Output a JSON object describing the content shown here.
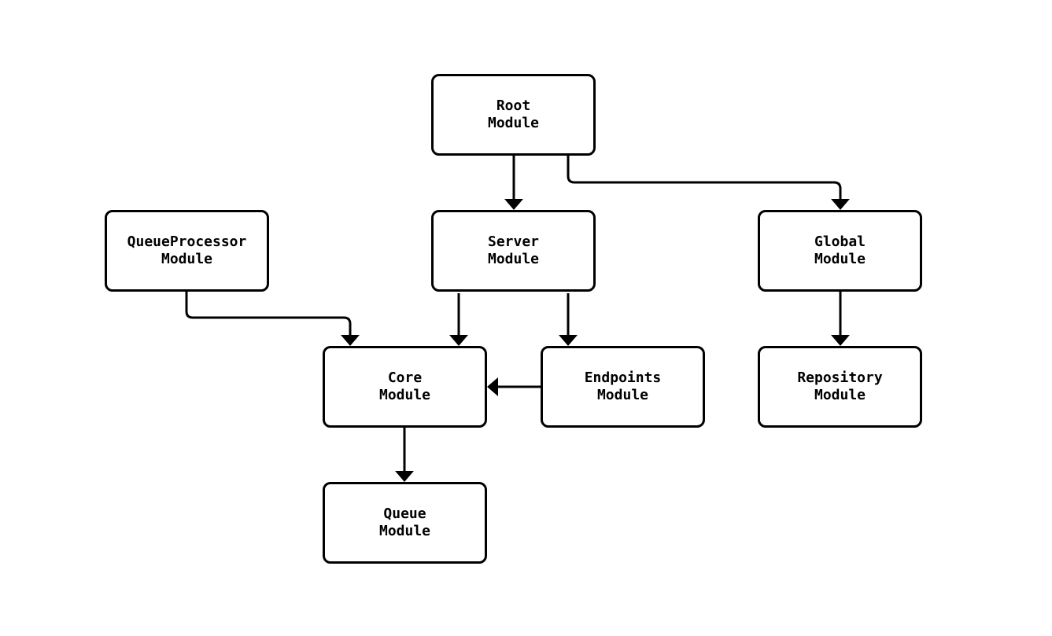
{
  "diagram": {
    "type": "module-dependency-graph",
    "background_color": "#ffffff",
    "node_fill_color": "#ffffff",
    "node_border_color": "#000000",
    "edge_color": "#000000",
    "text_color": "#000000",
    "nodes": {
      "root": {
        "label": "Root\nModule"
      },
      "queue_processor": {
        "label": "QueueProcessor\nModule"
      },
      "server": {
        "label": "Server\nModule"
      },
      "global": {
        "label": "Global\nModule"
      },
      "core": {
        "label": "Core\nModule"
      },
      "endpoints": {
        "label": "Endpoints\nModule"
      },
      "repository": {
        "label": "Repository\nModule"
      },
      "queue": {
        "label": "Queue\nModule"
      }
    },
    "edges": [
      {
        "from": "Root Module",
        "to": "Server Module"
      },
      {
        "from": "Root Module",
        "to": "Global Module"
      },
      {
        "from": "QueueProcessor Module",
        "to": "Core Module"
      },
      {
        "from": "Server Module",
        "to": "Core Module"
      },
      {
        "from": "Server Module",
        "to": "Endpoints Module"
      },
      {
        "from": "Endpoints Module",
        "to": "Core Module"
      },
      {
        "from": "Global Module",
        "to": "Repository Module"
      },
      {
        "from": "Core Module",
        "to": "Queue Module"
      }
    ]
  }
}
